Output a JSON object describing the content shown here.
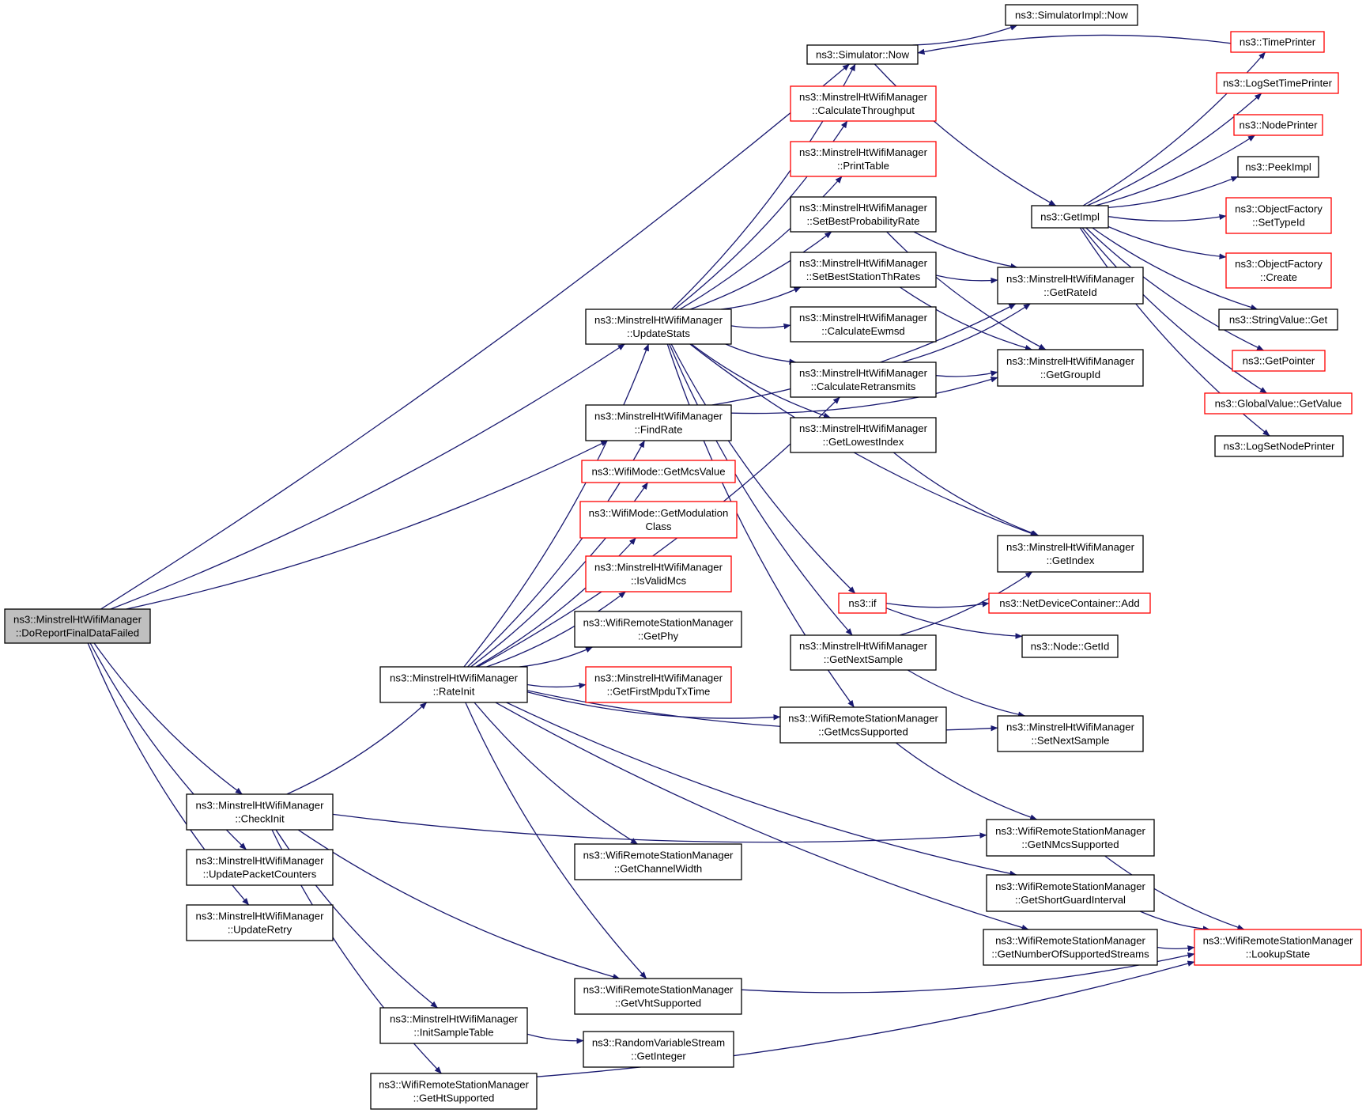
{
  "colors": {
    "edge": "#191970",
    "root_fill": "#bfbfbf",
    "node_fill": "#ffffff",
    "node_border": "#000000",
    "truncated_border": "#ff0000"
  },
  "nodes": [
    {
      "id": "root",
      "lines": [
        "ns3::MinstrelHtWifiManager",
        "::DoReportFinalDataFailed"
      ],
      "style": "root"
    },
    {
      "id": "sim_now",
      "lines": [
        "ns3::Simulator::Now"
      ],
      "style": "normal"
    },
    {
      "id": "simimpl_now",
      "lines": [
        "ns3::SimulatorImpl::Now"
      ],
      "style": "normal"
    },
    {
      "id": "timeprinter",
      "lines": [
        "ns3::TimePrinter"
      ],
      "style": "truncated"
    },
    {
      "id": "logsettimeprinter",
      "lines": [
        "ns3::LogSetTimePrinter"
      ],
      "style": "truncated"
    },
    {
      "id": "nodeprinter",
      "lines": [
        "ns3::NodePrinter"
      ],
      "style": "truncated"
    },
    {
      "id": "peekimpl",
      "lines": [
        "ns3::PeekImpl"
      ],
      "style": "normal"
    },
    {
      "id": "getimpl",
      "lines": [
        "ns3::GetImpl"
      ],
      "style": "normal"
    },
    {
      "id": "of_settypeid",
      "lines": [
        "ns3::ObjectFactory",
        "::SetTypeId"
      ],
      "style": "truncated"
    },
    {
      "id": "of_create",
      "lines": [
        "ns3::ObjectFactory",
        "::Create"
      ],
      "style": "truncated"
    },
    {
      "id": "stringvalue_get",
      "lines": [
        "ns3::StringValue::Get"
      ],
      "style": "normal"
    },
    {
      "id": "getpointer",
      "lines": [
        "ns3::GetPointer"
      ],
      "style": "truncated"
    },
    {
      "id": "globalvalue_getvalue",
      "lines": [
        "ns3::GlobalValue::GetValue"
      ],
      "style": "truncated"
    },
    {
      "id": "logsetnodeprinter",
      "lines": [
        "ns3::LogSetNodePrinter"
      ],
      "style": "normal"
    },
    {
      "id": "calcthroughput",
      "lines": [
        "ns3::MinstrelHtWifiManager",
        "::CalculateThroughput"
      ],
      "style": "truncated"
    },
    {
      "id": "printtable",
      "lines": [
        "ns3::MinstrelHtWifiManager",
        "::PrintTable"
      ],
      "style": "truncated"
    },
    {
      "id": "setbestprob",
      "lines": [
        "ns3::MinstrelHtWifiManager",
        "::SetBestProbabilityRate"
      ],
      "style": "normal"
    },
    {
      "id": "setbeststation",
      "lines": [
        "ns3::MinstrelHtWifiManager",
        "::SetBestStationThRates"
      ],
      "style": "normal"
    },
    {
      "id": "calcewmsd",
      "lines": [
        "ns3::MinstrelHtWifiManager",
        "::CalculateEwmsd"
      ],
      "style": "normal"
    },
    {
      "id": "calcretrans",
      "lines": [
        "ns3::MinstrelHtWifiManager",
        "::CalculateRetransmits"
      ],
      "style": "normal"
    },
    {
      "id": "getlowestindex",
      "lines": [
        "ns3::MinstrelHtWifiManager",
        "::GetLowestIndex"
      ],
      "style": "normal"
    },
    {
      "id": "getrateid",
      "lines": [
        "ns3::MinstrelHtWifiManager",
        "::GetRateId"
      ],
      "style": "normal"
    },
    {
      "id": "getgroupid",
      "lines": [
        "ns3::MinstrelHtWifiManager",
        "::GetGroupId"
      ],
      "style": "normal"
    },
    {
      "id": "updatestats",
      "lines": [
        "ns3::MinstrelHtWifiManager",
        "::UpdateStats"
      ],
      "style": "normal"
    },
    {
      "id": "findrate",
      "lines": [
        "ns3::MinstrelHtWifiManager",
        "::FindRate"
      ],
      "style": "normal"
    },
    {
      "id": "getmcsvalue",
      "lines": [
        "ns3::WifiMode::GetMcsValue"
      ],
      "style": "truncated"
    },
    {
      "id": "getmodclass",
      "lines": [
        "ns3::WifiMode::GetModulation",
        "Class"
      ],
      "style": "truncated"
    },
    {
      "id": "isvalidmcs",
      "lines": [
        "ns3::MinstrelHtWifiManager",
        "::IsValidMcs"
      ],
      "style": "truncated"
    },
    {
      "id": "getphy",
      "lines": [
        "ns3::WifiRemoteStationManager",
        "::GetPhy"
      ],
      "style": "normal"
    },
    {
      "id": "getfirstmpdu",
      "lines": [
        "ns3::MinstrelHtWifiManager",
        "::GetFirstMpduTxTime"
      ],
      "style": "truncated"
    },
    {
      "id": "rateinit",
      "lines": [
        "ns3::MinstrelHtWifiManager",
        "::RateInit"
      ],
      "style": "normal"
    },
    {
      "id": "getindex",
      "lines": [
        "ns3::MinstrelHtWifiManager",
        "::GetIndex"
      ],
      "style": "normal"
    },
    {
      "id": "ns3if",
      "lines": [
        "ns3::if"
      ],
      "style": "truncated"
    },
    {
      "id": "ndc_add",
      "lines": [
        "ns3::NetDeviceContainer::Add"
      ],
      "style": "truncated"
    },
    {
      "id": "node_getid",
      "lines": [
        "ns3::Node::GetId"
      ],
      "style": "normal"
    },
    {
      "id": "getnextsample",
      "lines": [
        "ns3::MinstrelHtWifiManager",
        "::GetNextSample"
      ],
      "style": "normal"
    },
    {
      "id": "getmcssupported",
      "lines": [
        "ns3::WifiRemoteStationManager",
        "::GetMcsSupported"
      ],
      "style": "normal"
    },
    {
      "id": "setnextsample",
      "lines": [
        "ns3::MinstrelHtWifiManager",
        "::SetNextSample"
      ],
      "style": "normal"
    },
    {
      "id": "checkinit",
      "lines": [
        "ns3::MinstrelHtWifiManager",
        "::CheckInit"
      ],
      "style": "normal"
    },
    {
      "id": "updatepktcounters",
      "lines": [
        "ns3::MinstrelHtWifiManager",
        "::UpdatePacketCounters"
      ],
      "style": "normal"
    },
    {
      "id": "updateretry",
      "lines": [
        "ns3::MinstrelHtWifiManager",
        "::UpdateRetry"
      ],
      "style": "normal"
    },
    {
      "id": "getchannelwidth",
      "lines": [
        "ns3::WifiRemoteStationManager",
        "::GetChannelWidth"
      ],
      "style": "normal"
    },
    {
      "id": "getnmcs",
      "lines": [
        "ns3::WifiRemoteStationManager",
        "::GetNMcsSupported"
      ],
      "style": "normal"
    },
    {
      "id": "getsgi",
      "lines": [
        "ns3::WifiRemoteStationManager",
        "::GetShortGuardInterval"
      ],
      "style": "normal"
    },
    {
      "id": "getnss",
      "lines": [
        "ns3::WifiRemoteStationManager",
        "::GetNumberOfSupportedStreams"
      ],
      "style": "normal"
    },
    {
      "id": "lookupstate",
      "lines": [
        "ns3::WifiRemoteStationManager",
        "::LookupState"
      ],
      "style": "truncated"
    },
    {
      "id": "getvht",
      "lines": [
        "ns3::WifiRemoteStationManager",
        "::GetVhtSupported"
      ],
      "style": "normal"
    },
    {
      "id": "initsampletable",
      "lines": [
        "ns3::MinstrelHtWifiManager",
        "::InitSampleTable"
      ],
      "style": "normal"
    },
    {
      "id": "rvs_getinteger",
      "lines": [
        "ns3::RandomVariableStream",
        "::GetInteger"
      ],
      "style": "normal"
    },
    {
      "id": "getht",
      "lines": [
        "ns3::WifiRemoteStationManager",
        "::GetHtSupported"
      ],
      "style": "normal"
    }
  ],
  "edges": [
    [
      "root",
      "sim_now"
    ],
    [
      "root",
      "updatestats"
    ],
    [
      "root",
      "findrate"
    ],
    [
      "root",
      "checkinit"
    ],
    [
      "root",
      "updatepktcounters"
    ],
    [
      "root",
      "updateretry"
    ],
    [
      "sim_now",
      "simimpl_now"
    ],
    [
      "sim_now",
      "getimpl"
    ],
    [
      "timeprinter",
      "sim_now"
    ],
    [
      "getimpl",
      "timeprinter"
    ],
    [
      "getimpl",
      "logsettimeprinter"
    ],
    [
      "getimpl",
      "nodeprinter"
    ],
    [
      "getimpl",
      "peekimpl"
    ],
    [
      "getimpl",
      "of_settypeid"
    ],
    [
      "getimpl",
      "of_create"
    ],
    [
      "getimpl",
      "stringvalue_get"
    ],
    [
      "getimpl",
      "getpointer"
    ],
    [
      "getimpl",
      "globalvalue_getvalue"
    ],
    [
      "getimpl",
      "logsetnodeprinter"
    ],
    [
      "updatestats",
      "sim_now"
    ],
    [
      "updatestats",
      "calcthroughput"
    ],
    [
      "updatestats",
      "printtable"
    ],
    [
      "updatestats",
      "setbestprob"
    ],
    [
      "updatestats",
      "setbeststation"
    ],
    [
      "updatestats",
      "calcewmsd"
    ],
    [
      "updatestats",
      "calcretrans"
    ],
    [
      "updatestats",
      "getlowestindex"
    ],
    [
      "updatestats",
      "getindex"
    ],
    [
      "updatestats",
      "ns3if"
    ],
    [
      "updatestats",
      "getnextsample"
    ],
    [
      "updatestats",
      "getmcssupported"
    ],
    [
      "setbestprob",
      "getrateid"
    ],
    [
      "setbestprob",
      "getgroupid"
    ],
    [
      "setbeststation",
      "getrateid"
    ],
    [
      "setbeststation",
      "getgroupid"
    ],
    [
      "calcretrans",
      "getrateid"
    ],
    [
      "calcretrans",
      "getgroupid"
    ],
    [
      "getlowestindex",
      "getindex"
    ],
    [
      "findrate",
      "getrateid"
    ],
    [
      "findrate",
      "getgroupid"
    ],
    [
      "ns3if",
      "ndc_add"
    ],
    [
      "ns3if",
      "node_getid"
    ],
    [
      "getnextsample",
      "getindex"
    ],
    [
      "getnextsample",
      "setnextsample"
    ],
    [
      "rateinit",
      "updatestats"
    ],
    [
      "rateinit",
      "calcretrans"
    ],
    [
      "rateinit",
      "findrate"
    ],
    [
      "rateinit",
      "getmcsvalue"
    ],
    [
      "rateinit",
      "getmodclass"
    ],
    [
      "rateinit",
      "isvalidmcs"
    ],
    [
      "rateinit",
      "getphy"
    ],
    [
      "rateinit",
      "getfirstmpdu"
    ],
    [
      "rateinit",
      "getmcssupported"
    ],
    [
      "rateinit",
      "setnextsample"
    ],
    [
      "rateinit",
      "getchannelwidth"
    ],
    [
      "rateinit",
      "getsgi"
    ],
    [
      "rateinit",
      "getnss"
    ],
    [
      "rateinit",
      "getvht"
    ],
    [
      "getmcssupported",
      "getnmcs"
    ],
    [
      "checkinit",
      "rateinit"
    ],
    [
      "checkinit",
      "getnmcs"
    ],
    [
      "checkinit",
      "getvht"
    ],
    [
      "checkinit",
      "initsampletable"
    ],
    [
      "checkinit",
      "getht"
    ],
    [
      "getnmcs",
      "lookupstate"
    ],
    [
      "getsgi",
      "lookupstate"
    ],
    [
      "getnss",
      "lookupstate"
    ],
    [
      "getvht",
      "lookupstate"
    ],
    [
      "getht",
      "lookupstate"
    ],
    [
      "initsampletable",
      "rvs_getinteger"
    ]
  ]
}
